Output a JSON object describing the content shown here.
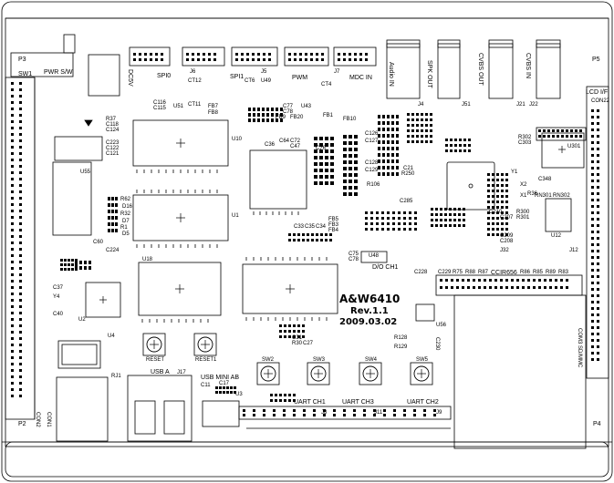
{
  "board": {
    "name": "A&W6410",
    "revision": "Rev.1.1",
    "date": "2009.03.02"
  },
  "connectors": {
    "p3": "P3",
    "sw1": "SW1",
    "pwr_sw": "PWR S/W",
    "dc5v": "DC5V",
    "spi0": "SPI0",
    "spi1": "SPI1",
    "pwm": "PWM",
    "mdc_in": "MDC IN",
    "audio_in": "Audio IN",
    "spk_out": "SPK OUT",
    "cvbs_out": "CVBS OUT",
    "cvbs_in": "CVBS IN",
    "p5": "P5",
    "lcd_if": "LCD I/F",
    "con22": "CON22",
    "ccir656": "CCIR656",
    "do_ch1": "D/O CH1",
    "reset": "RESET",
    "reset1": "RESET1",
    "usb_a": "USB A",
    "usb_mini_ab": "USB MINI AB",
    "uart_ch1": "UART CH1",
    "uart_ch3": "UART CH3",
    "uart_ch2": "UART CH2",
    "p2": "P2",
    "p4": "P4",
    "com_sd_mmc": "COM3 SD/MMC",
    "sw2": "SW2",
    "sw3": "SW3",
    "sw4": "SW4",
    "sw5": "SW5",
    "rj1": "RJ1",
    "j17": "J17",
    "con1": "CON1",
    "con2": "CON2",
    "y4": "Y4",
    "u2": "U2",
    "u4": "U4",
    "u18": "U18",
    "u3": "U3",
    "u301": "U301",
    "u12": "U12",
    "u55": "U55"
  },
  "refs": {
    "r37": "R37",
    "c118": "C118",
    "c124": "C124",
    "c223": "C223",
    "c122": "C122",
    "c121": "C121",
    "r62": "R62",
    "d16": "D16",
    "r32": "R32",
    "d7": "D7",
    "r1": "R1",
    "d5": "D5",
    "c60": "C60",
    "c224": "C224",
    "c37": "C37",
    "c40": "C40",
    "c116": "C116",
    "c115": "C115",
    "ct12": "CT12",
    "ct11": "CT11",
    "j6": "J6",
    "u51": "U51",
    "fb7": "FB7",
    "fb8": "FB8",
    "ct6": "CT6",
    "u49": "U49",
    "j5": "J5",
    "j7": "J7",
    "ct4": "CT4",
    "u43": "U43",
    "c77": "C77",
    "c78": "C78",
    "fb1": "FB1",
    "fb10": "FB10",
    "j4": "J4",
    "j51": "J51",
    "j21": "J21",
    "j22": "J22",
    "c126": "C126",
    "c127": "C127",
    "c128": "C128",
    "c129": "C129",
    "c76": "C76",
    "r106": "R106",
    "c285": "C285",
    "r250": "R250",
    "c21": "C21",
    "r300": "R300",
    "r301": "R301",
    "r302": "R302",
    "c303": "C303",
    "c207": "C207",
    "c208": "C208",
    "c209": "C209",
    "c210": "C210",
    "y1": "Y1",
    "x1": "X1",
    "x2": "X2",
    "r36": "R36",
    "c348": "C348",
    "rn301": "RN301",
    "rn302": "RN302",
    "c228": "C228",
    "c229": "C229",
    "r75": "R75",
    "r88": "R88",
    "r87": "R87",
    "r86": "R86",
    "r85": "R85",
    "r89": "R89",
    "r83": "R83",
    "c33": "C33",
    "c35": "C35",
    "c34": "C34",
    "fb5": "FB5",
    "fb3": "FB3",
    "fb4": "FB4",
    "c75": "C75",
    "c78b": "C78",
    "u48": "U48",
    "u56": "U56",
    "r128": "R128",
    "r129": "R129",
    "c230": "C230",
    "c31": "C31",
    "r30": "R30",
    "c27": "C27",
    "c11": "C11",
    "c17": "C17",
    "j8": "J8",
    "j11": "J11",
    "j9": "J9",
    "c34b": "C34",
    "c36": "C36",
    "c47": "C47",
    "c72": "C72",
    "c64": "C64",
    "fb9": "FB9",
    "fb20": "FB20",
    "j12": "J12",
    "j32": "J32",
    "u10": "U10",
    "u1": "U1"
  }
}
